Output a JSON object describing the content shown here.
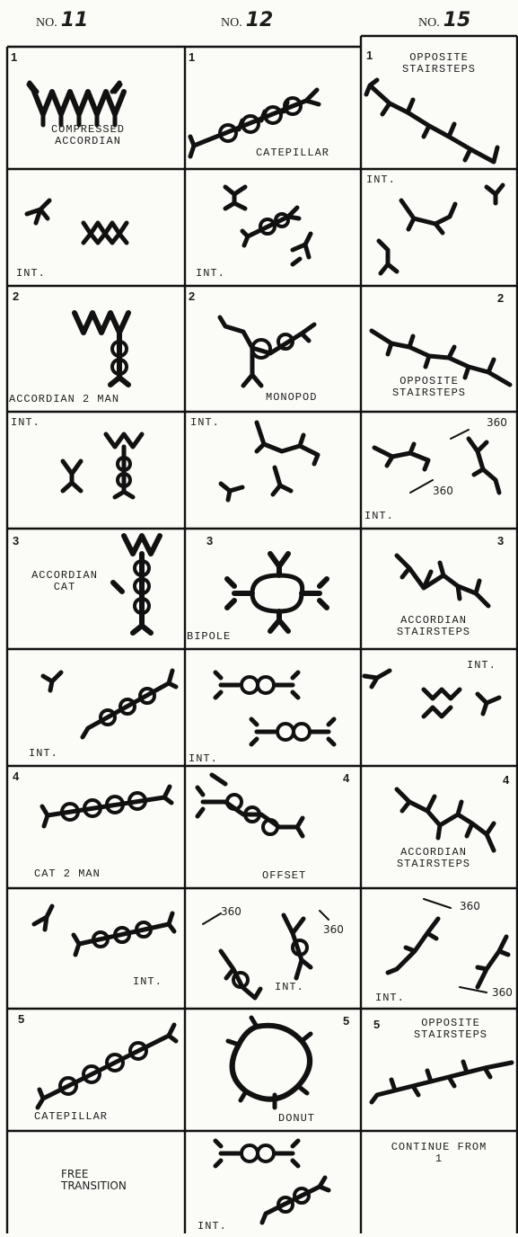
{
  "columns": [
    {
      "prefix": "NO.",
      "number": "11"
    },
    {
      "prefix": "NO.",
      "number": "12"
    },
    {
      "prefix": "NO.",
      "number": "15"
    }
  ],
  "cells": [
    {
      "num": "1",
      "label": "COMPRESSED\nACCORDIAN"
    },
    {
      "num": "1",
      "label": "CATEPILLAR"
    },
    {
      "num": "1",
      "label": "OPPOSITE\nSTAIRSTEPS"
    },
    {
      "num": "",
      "label": "INT."
    },
    {
      "num": "",
      "label": "INT."
    },
    {
      "num": "",
      "label": "INT."
    },
    {
      "num": "2",
      "label": "ACCORDIAN 2 MAN"
    },
    {
      "num": "2",
      "label": "MONOPOD"
    },
    {
      "num": "2",
      "label": "OPPOSITE\nSTAIRSTEPS"
    },
    {
      "num": "",
      "label": "INT."
    },
    {
      "num": "",
      "label": "INT."
    },
    {
      "num": "",
      "label": "INT.",
      "extra": [
        "360",
        "360"
      ]
    },
    {
      "num": "3",
      "label": "ACCORDIAN\nCAT"
    },
    {
      "num": "3",
      "label": "BIPOLE"
    },
    {
      "num": "3",
      "label": "ACCORDIAN\nSTAIRSTEPS"
    },
    {
      "num": "",
      "label": "INT."
    },
    {
      "num": "",
      "label": "INT."
    },
    {
      "num": "",
      "label": "INT."
    },
    {
      "num": "4",
      "label": "CAT 2 MAN"
    },
    {
      "num": "4",
      "label": "OFFSET"
    },
    {
      "num": "4",
      "label": "ACCORDIAN\nSTAIRSTEPS"
    },
    {
      "num": "",
      "label": "INT."
    },
    {
      "num": "",
      "label": "INT.",
      "extra": [
        "360",
        "360"
      ]
    },
    {
      "num": "",
      "label": "INT.",
      "extra": [
        "360",
        "360"
      ]
    },
    {
      "num": "5",
      "label": "CATEPILLAR"
    },
    {
      "num": "5",
      "label": "DONUT"
    },
    {
      "num": "5",
      "label": "OPPOSITE\nSTAIRSTEPS"
    },
    {
      "num": "",
      "label": "FREE\nTRANSITION"
    },
    {
      "num": "",
      "label": "INT."
    },
    {
      "num": "",
      "label": "CONTINUE FROM\n1"
    }
  ]
}
